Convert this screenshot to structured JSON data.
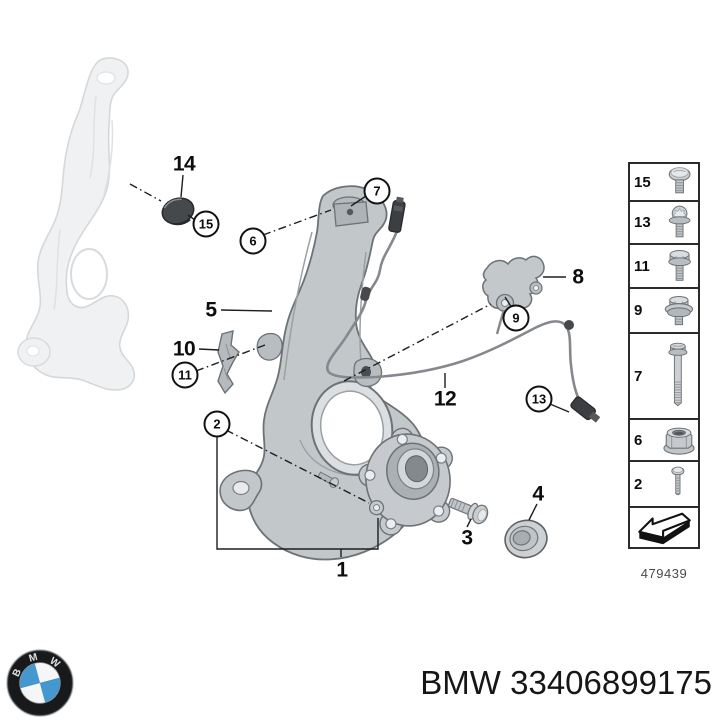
{
  "legend": {
    "items": [
      {
        "number": "15",
        "icon": "pan-head-screw-icon"
      },
      {
        "number": "13",
        "icon": "torx-flange-bolt-icon"
      },
      {
        "number": "11",
        "icon": "hex-flange-bolt-icon"
      },
      {
        "number": "9",
        "icon": "hex-flange-bolt-short-icon"
      },
      {
        "number": "7",
        "icon": "long-hex-flange-bolt-icon"
      },
      {
        "number": "6",
        "icon": "flange-nut-icon"
      },
      {
        "number": "2",
        "icon": "small-pan-head-screw-icon"
      }
    ],
    "arrow_icon": "direction-of-travel-arrow-icon",
    "diagram_number": "479439"
  },
  "callouts": {
    "plain": [
      {
        "label": "14"
      },
      {
        "label": "5"
      },
      {
        "label": "10"
      },
      {
        "label": "8"
      },
      {
        "label": "12"
      },
      {
        "label": "1"
      },
      {
        "label": "3"
      },
      {
        "label": "4"
      }
    ],
    "circled": [
      {
        "label": "15"
      },
      {
        "label": "6"
      },
      {
        "label": "7"
      },
      {
        "label": "9"
      },
      {
        "label": "11"
      },
      {
        "label": "13"
      },
      {
        "label": "2"
      }
    ]
  },
  "footer": {
    "label": "BMW 33406899175",
    "logo_letters": {
      "b": "B",
      "m": "M",
      "w": "W"
    }
  },
  "colors": {
    "background": "#ffffff",
    "line": "#1c1e20",
    "part_gray": "#c6cace",
    "part_dark": "#3c3f42",
    "ghost_gray": "#eff1f2",
    "bmw_blue": "#4498cf",
    "logo_ring": "#17191b"
  }
}
